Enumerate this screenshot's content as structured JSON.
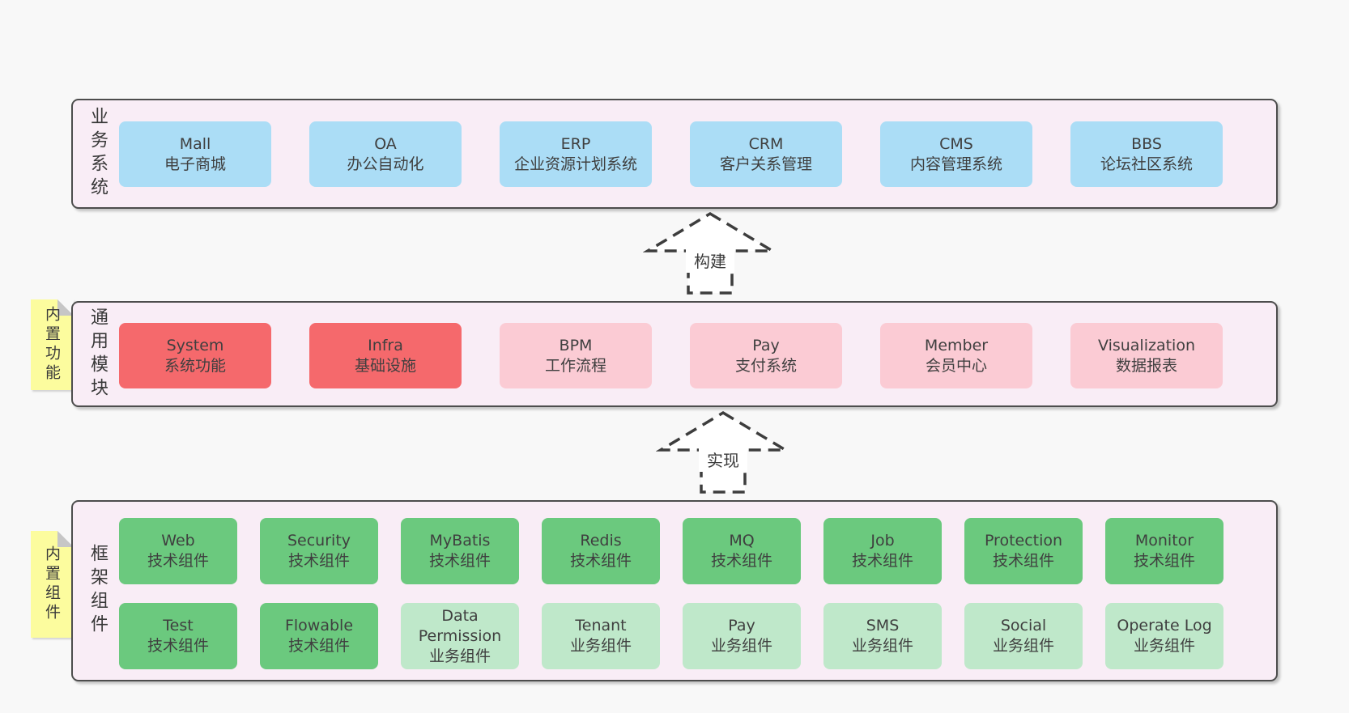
{
  "colors": {
    "background": "#f8f8f8",
    "layer_fill": "#f9edf6",
    "layer_border": "#4d4d4d",
    "blue_box": "#abddf6",
    "red_box": "#f5696c",
    "pink_box": "#fbcbd4",
    "green_box": "#6bc97e",
    "light_green_box": "#bfe8ca",
    "note_yellow": "#fcfc9e",
    "text": "#3a3a3a"
  },
  "arrows": [
    {
      "label": "构建"
    },
    {
      "label": "实现"
    }
  ],
  "side_notes": [
    {
      "label": "内置功能"
    },
    {
      "label": "内置组件"
    }
  ],
  "layers": [
    {
      "label": "业务系统",
      "boxes": [
        {
          "title": "Mall",
          "subtitle": "电子商城"
        },
        {
          "title": "OA",
          "subtitle": "办公自动化"
        },
        {
          "title": "ERP",
          "subtitle": "企业资源计划系统"
        },
        {
          "title": "CRM",
          "subtitle": "客户关系管理"
        },
        {
          "title": "CMS",
          "subtitle": "内容管理系统"
        },
        {
          "title": "BBS",
          "subtitle": "论坛社区系统"
        }
      ]
    },
    {
      "label": "通用模块",
      "boxes": [
        {
          "title": "System",
          "subtitle": "系统功能"
        },
        {
          "title": "Infra",
          "subtitle": "基础设施"
        },
        {
          "title": "BPM",
          "subtitle": "工作流程"
        },
        {
          "title": "Pay",
          "subtitle": "支付系统"
        },
        {
          "title": "Member",
          "subtitle": "会员中心"
        },
        {
          "title": "Visualization",
          "subtitle": "数据报表"
        }
      ]
    },
    {
      "label": "框架组件",
      "row1": [
        {
          "title": "Web",
          "subtitle": "技术组件"
        },
        {
          "title": "Security",
          "subtitle": "技术组件"
        },
        {
          "title": "MyBatis",
          "subtitle": "技术组件"
        },
        {
          "title": "Redis",
          "subtitle": "技术组件"
        },
        {
          "title": "MQ",
          "subtitle": "技术组件"
        },
        {
          "title": "Job",
          "subtitle": "技术组件"
        },
        {
          "title": "Protection",
          "subtitle": "技术组件"
        },
        {
          "title": "Monitor",
          "subtitle": "技术组件"
        }
      ],
      "row2": [
        {
          "title": "Test",
          "subtitle": "技术组件"
        },
        {
          "title": "Flowable",
          "subtitle": "技术组件"
        },
        {
          "title": "Data Permission",
          "subtitle": "业务组件"
        },
        {
          "title": "Tenant",
          "subtitle": "业务组件"
        },
        {
          "title": "Pay",
          "subtitle": "业务组件"
        },
        {
          "title": "SMS",
          "subtitle": "业务组件"
        },
        {
          "title": "Social",
          "subtitle": "业务组件"
        },
        {
          "title": "Operate Log",
          "subtitle": "业务组件"
        }
      ]
    }
  ]
}
